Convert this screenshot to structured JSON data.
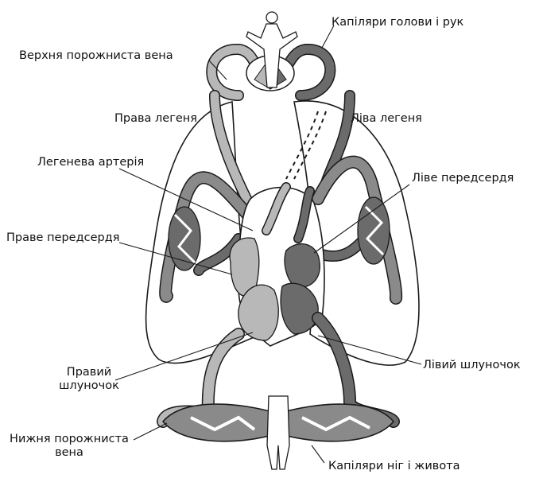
{
  "diagram": {
    "labels": {
      "capillaries_head_arms": "Капіляри голови і рук",
      "superior_vena_cava": "Верхня порожниста вена",
      "right_lung": "Права легеня",
      "left_lung": "Ліва легеня",
      "pulmonary_artery": "Легенева артерія",
      "left_atrium": "Ліве передсердя",
      "right_atrium": "Праве передсердя",
      "right_ventricle_line1": "Правий",
      "right_ventricle_line2": "шлуночок",
      "left_ventricle": "Лівий шлуночок",
      "inferior_vena_cava_line1": "Нижня порожниста",
      "inferior_vena_cava_line2": "вена",
      "capillaries_legs_abdomen": "Капіляри ніг і живота"
    },
    "colors": {
      "oxygenated": "#6b6b6b",
      "deoxygenated": "#b8b8b8",
      "outline": "#1a1a1a",
      "background": "#ffffff"
    }
  }
}
